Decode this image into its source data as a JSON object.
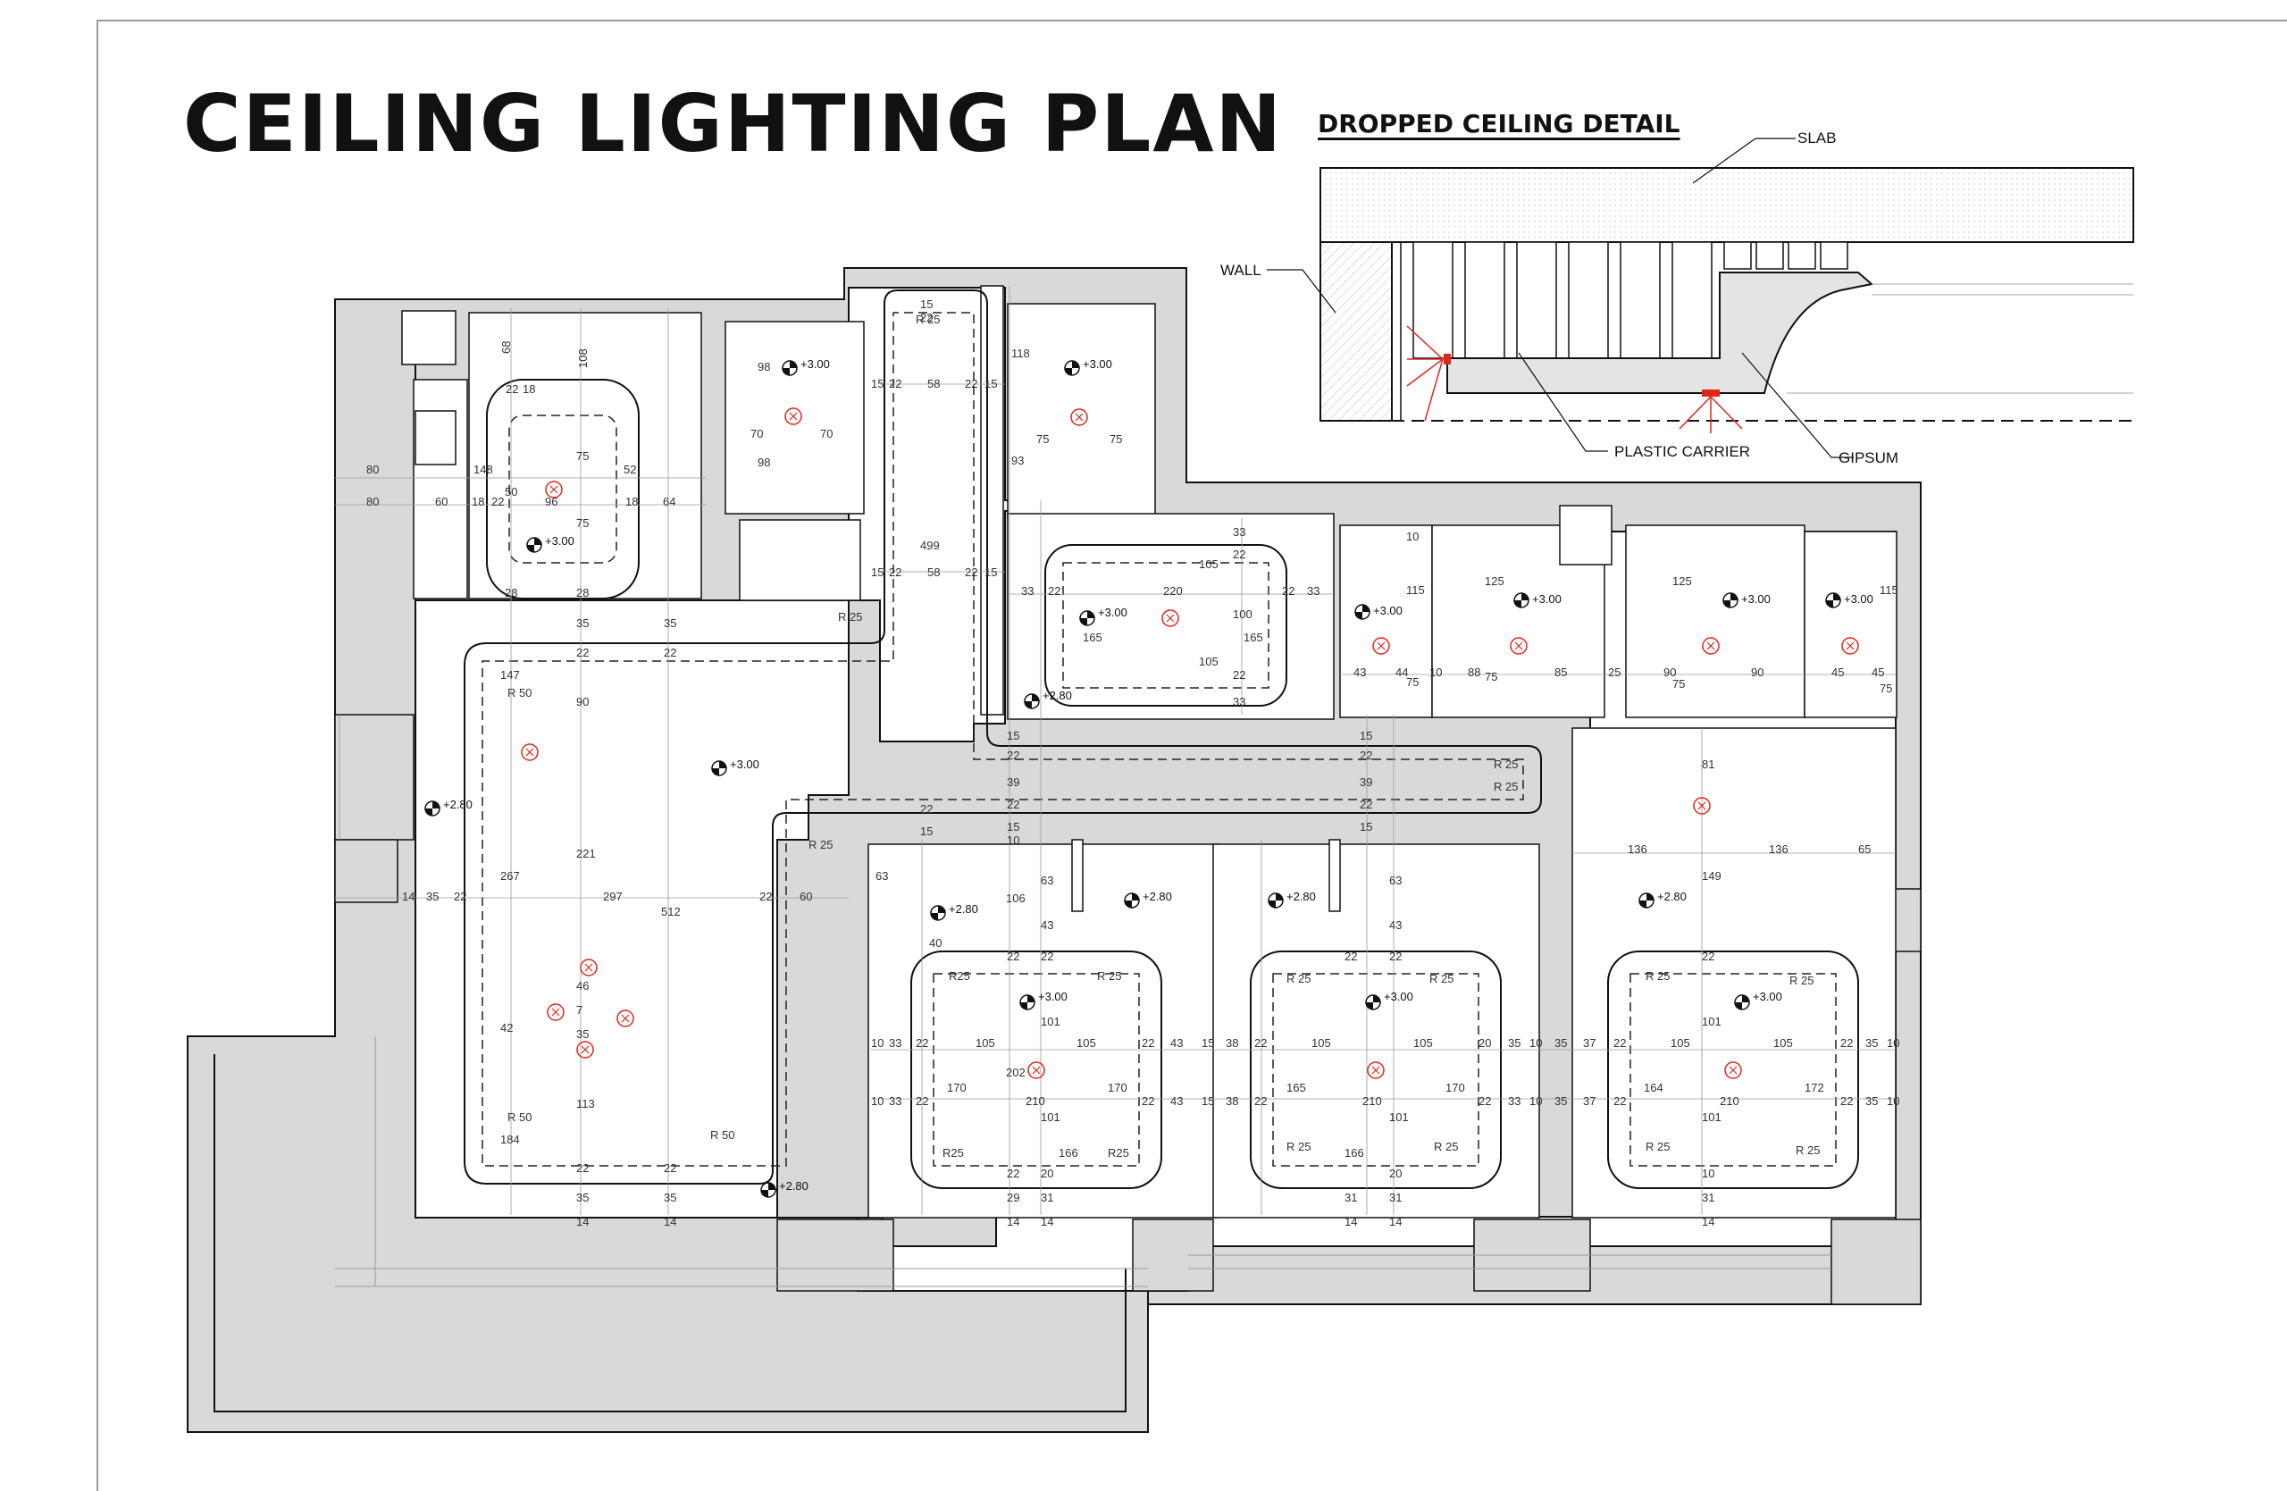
{
  "title": "CEILING LIGHTING PLAN",
  "detail": {
    "title": "DROPPED CEILING DETAIL",
    "labels": {
      "slab": "SLAB",
      "wall": "WALL",
      "plastic_carrier": "PLASTIC CARRIER",
      "gipsum": "GIPSUM"
    }
  },
  "colors": {
    "wall_fill": "#d9d9d9",
    "line": "#1a1a1a",
    "dim_line": "#8a8a8a",
    "fixture_red": "#e0261b"
  },
  "icons": {
    "light_fixture": "circle-cross-icon",
    "level_marker": "level-mark-icon"
  },
  "levels": {
    "l300": "+3.00",
    "l280": "+2.80"
  },
  "radii": {
    "r25": "R 25",
    "r25b": "R25",
    "r50": "R 50"
  },
  "dimensions": {
    "d15": "15",
    "d22": "22",
    "d58": "58",
    "d499": "499",
    "d98": "98",
    "d70": "70",
    "d118": "118",
    "d75": "75",
    "d93": "93",
    "d80": "80",
    "d60": "60",
    "d18": "18",
    "d148": "148",
    "d50": "50",
    "d96": "96",
    "d52": "52",
    "d64": "64",
    "d68": "68",
    "d108": "108",
    "d28": "28",
    "d35": "35",
    "d33": "33",
    "d220": "220",
    "d165": "165",
    "d105": "105",
    "d100": "100",
    "d147": "147",
    "d90": "90",
    "d221": "221",
    "d267": "267",
    "d297": "297",
    "d512": "512",
    "d14": "14",
    "d42": "42",
    "d46": "46",
    "d7": "7",
    "d113": "113",
    "d184": "184",
    "d39": "39",
    "d10": "10",
    "d63": "63",
    "d106": "106",
    "d43": "43",
    "d202": "202",
    "d101": "101",
    "d210": "210",
    "d170": "170",
    "d166": "166",
    "d29": "29",
    "d31": "31",
    "d20": "20",
    "d38": "38",
    "d149": "149",
    "d81": "81",
    "d136": "136",
    "d65": "65",
    "d37": "37",
    "d164": "164",
    "d172": "172",
    "d88": "88",
    "d85": "85",
    "d25": "25",
    "d45": "45",
    "d125": "125",
    "d115": "115",
    "d44": "44",
    "d40": "40"
  }
}
